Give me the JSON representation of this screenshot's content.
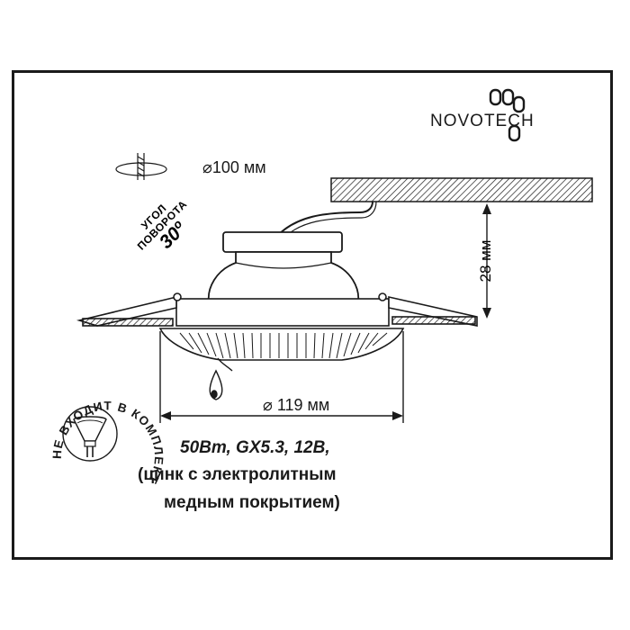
{
  "brand": {
    "name": "NOVOTECH"
  },
  "dimensions": {
    "cutout_diameter": "100 мм",
    "outer_diameter": "119 мм",
    "height": "28 мм"
  },
  "rotation": {
    "line1": "УГОЛ",
    "line2": "ПОВОРОТА",
    "value": "30º"
  },
  "lamp_note": "НЕ ВХОДИТ В КОМПЛЕКТ",
  "specs": {
    "line1": "50Вт, GX5.3, 12В,",
    "line2": "(цинк с электролитным",
    "line3": "медным покрытием)"
  },
  "symbols": {
    "diameter": "⌀"
  },
  "colors": {
    "ink": "#1a1a1a",
    "background": "#ffffff"
  }
}
